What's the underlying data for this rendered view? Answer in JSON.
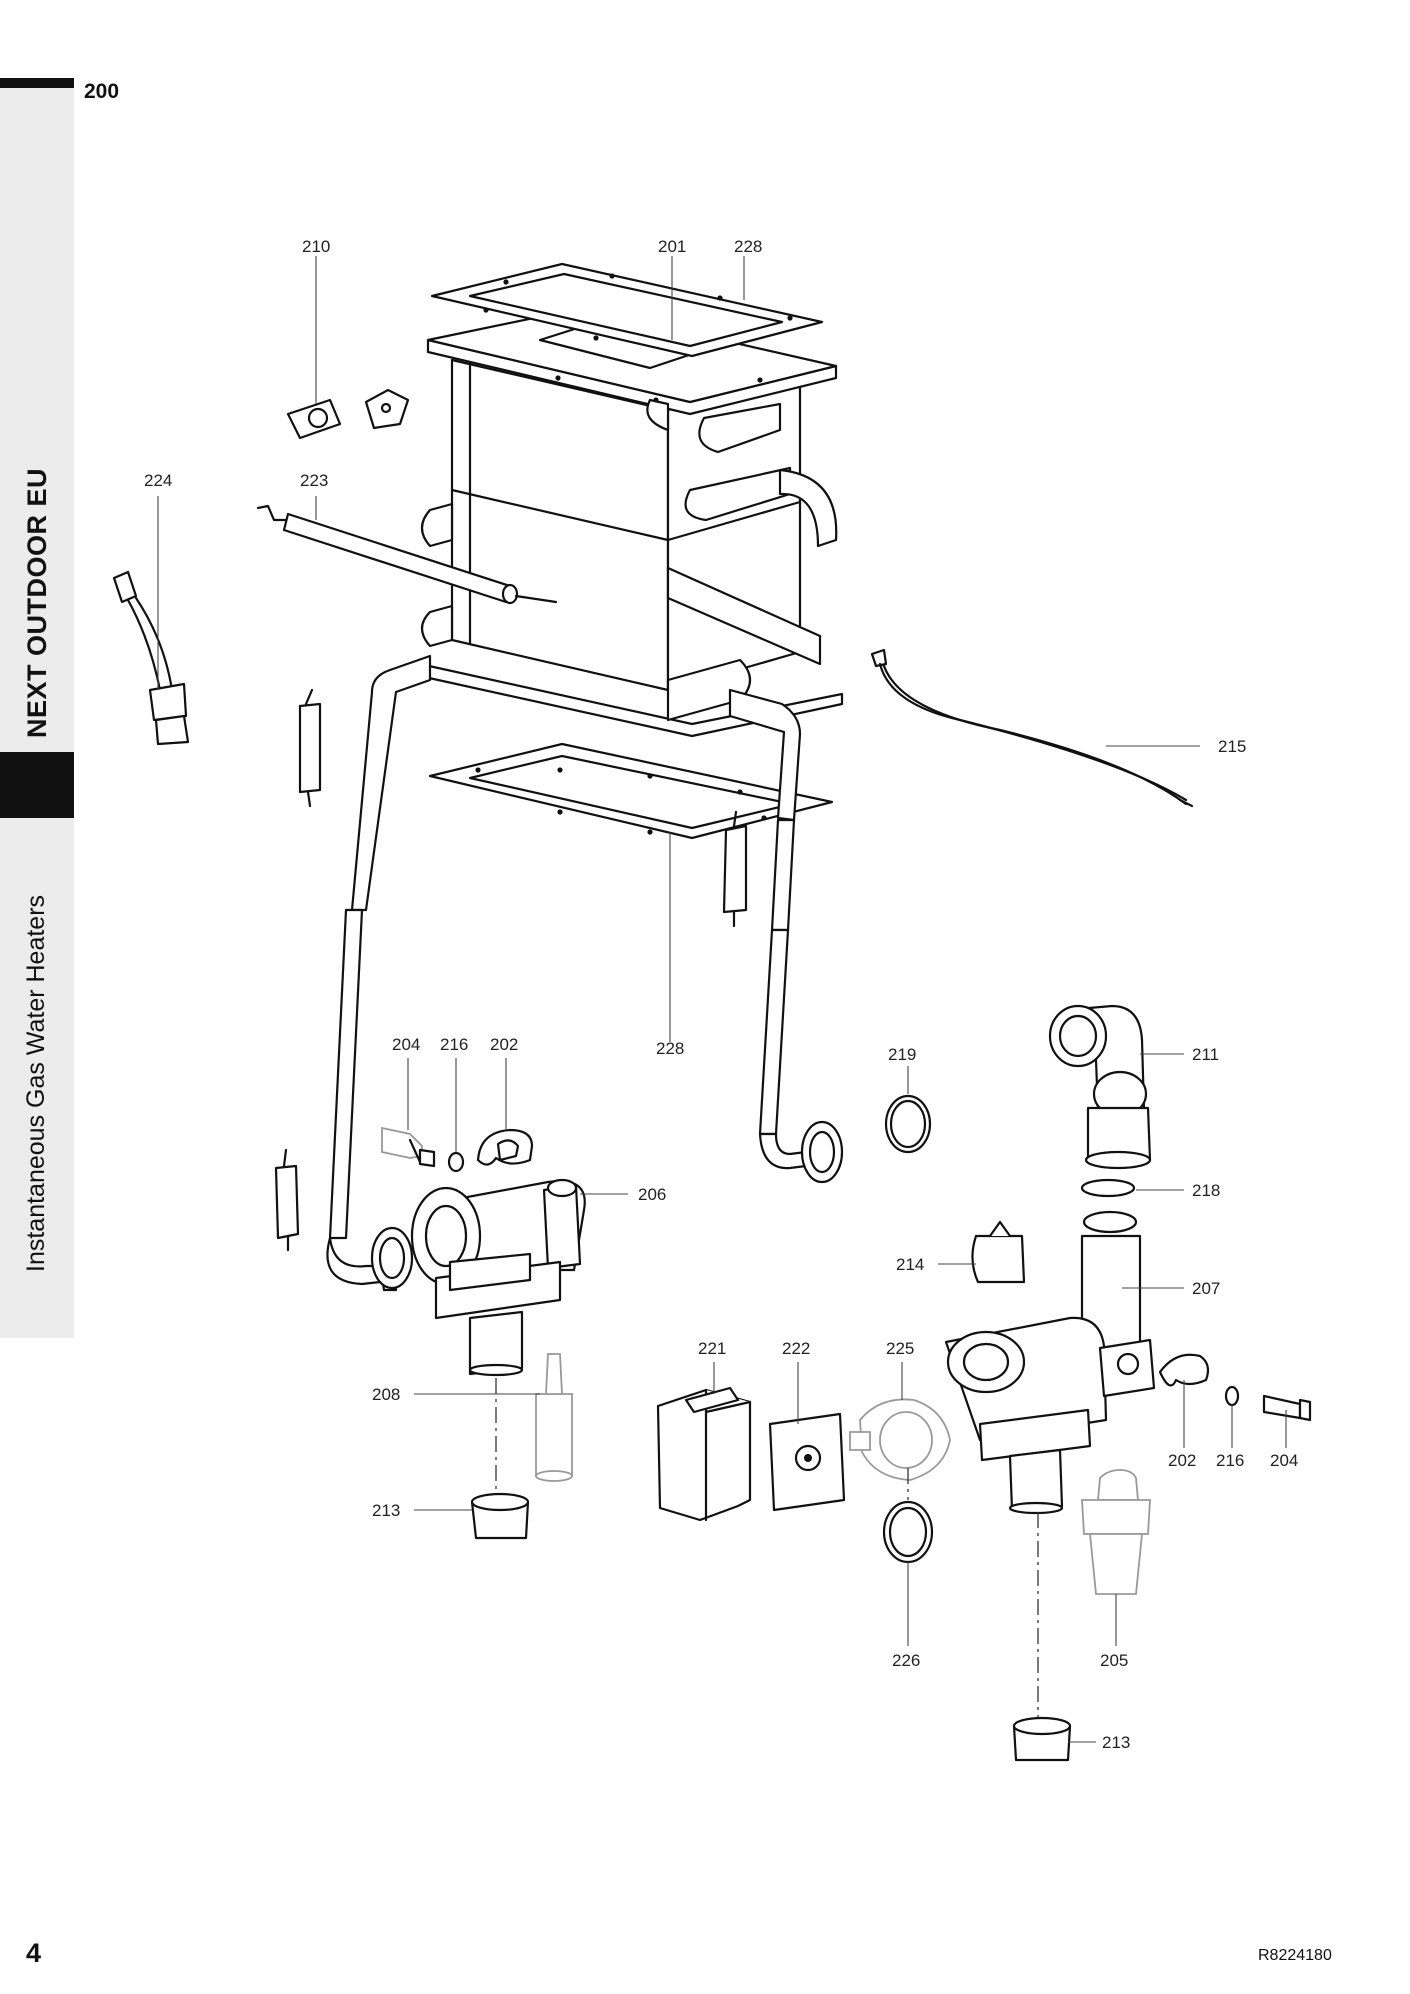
{
  "page": {
    "section_number": "200",
    "product_name": "NEXT OUTDOOR EU",
    "category": "Instantaneous Gas Water Heaters",
    "page_number": "4",
    "drawing_reference": "R8224180"
  },
  "callouts": [
    {
      "id": "201",
      "label": "201"
    },
    {
      "id": "228a",
      "label": "228"
    },
    {
      "id": "210",
      "label": "210"
    },
    {
      "id": "224",
      "label": "224"
    },
    {
      "id": "223",
      "label": "223"
    },
    {
      "id": "215",
      "label": "215"
    },
    {
      "id": "228b",
      "label": "228"
    },
    {
      "id": "204a",
      "label": "204"
    },
    {
      "id": "216a",
      "label": "216"
    },
    {
      "id": "202a",
      "label": "202"
    },
    {
      "id": "219",
      "label": "219"
    },
    {
      "id": "211",
      "label": "211"
    },
    {
      "id": "206",
      "label": "206"
    },
    {
      "id": "218",
      "label": "218"
    },
    {
      "id": "214",
      "label": "214"
    },
    {
      "id": "207",
      "label": "207"
    },
    {
      "id": "208",
      "label": "208"
    },
    {
      "id": "221",
      "label": "221"
    },
    {
      "id": "222",
      "label": "222"
    },
    {
      "id": "225",
      "label": "225"
    },
    {
      "id": "202b",
      "label": "202"
    },
    {
      "id": "216b",
      "label": "216"
    },
    {
      "id": "204b",
      "label": "204"
    },
    {
      "id": "213a",
      "label": "213"
    },
    {
      "id": "226",
      "label": "226"
    },
    {
      "id": "205",
      "label": "205"
    },
    {
      "id": "213b",
      "label": "213"
    }
  ]
}
